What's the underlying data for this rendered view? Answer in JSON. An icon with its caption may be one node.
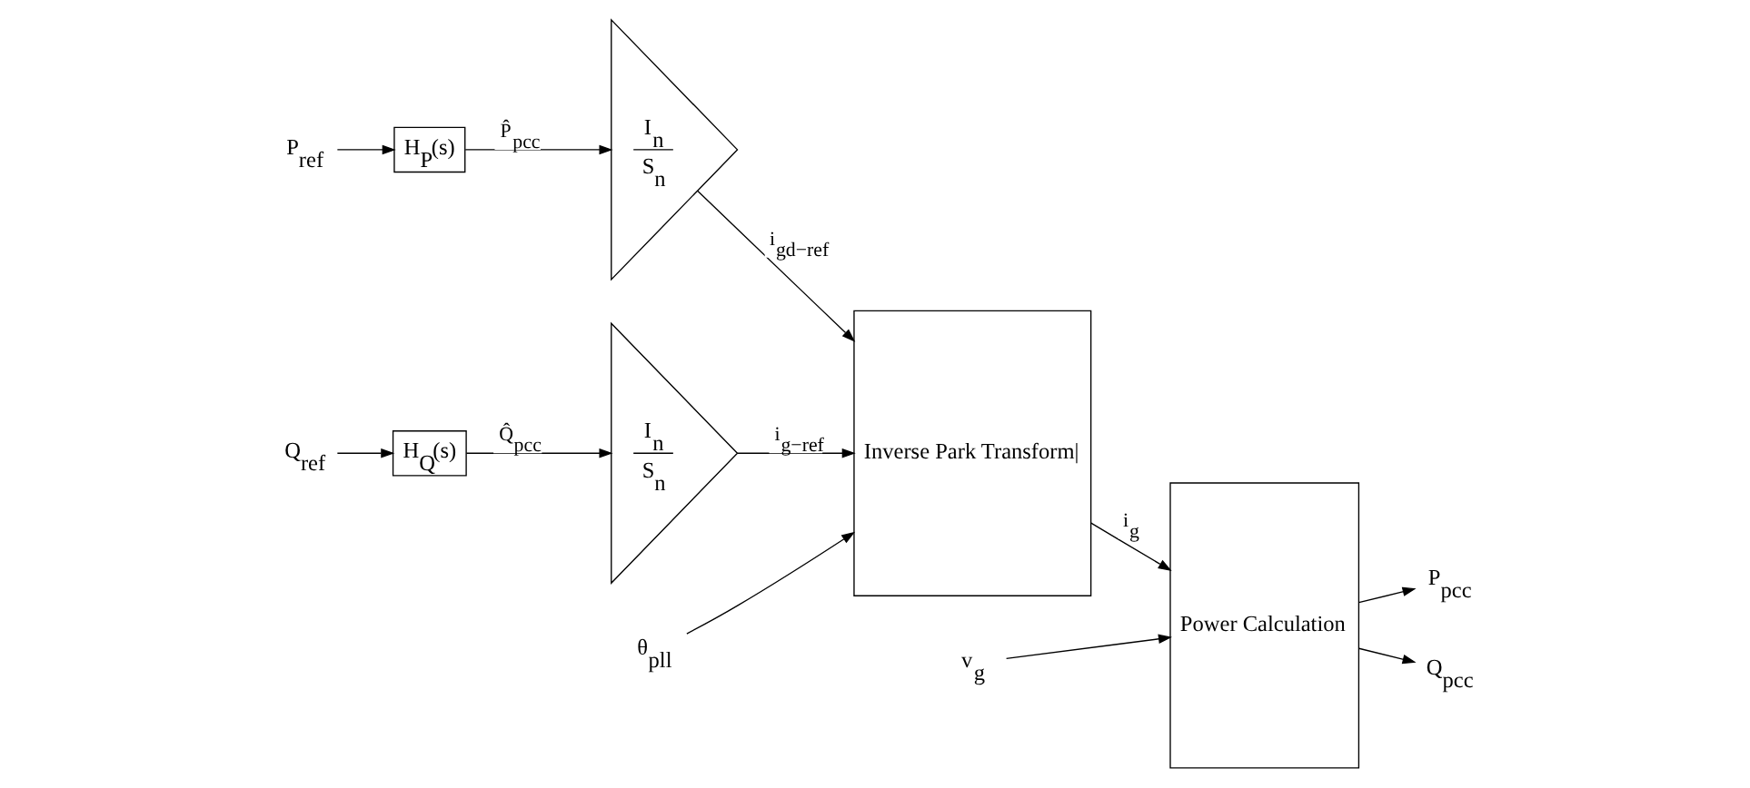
{
  "diagram": {
    "nodes": [
      {
        "text": [
          "P$_{ref}$"
        ]
      },
      {
        "text": [
          "H$_{P}$(s)"
        ]
      },
      {
        "text": [
          "I$_{n}$",
          "S$_{n}$"
        ]
      },
      {
        "text": [
          "Q$_{ref}$"
        ]
      },
      {
        "text": [
          "H$_{Q}$(s)"
        ]
      },
      {
        "text": [
          "I$_{n}$",
          "S$_{n}$"
        ]
      },
      {
        "text": [
          "θ$_{pll}$"
        ]
      },
      {
        "text": [
          "Inverse Park Transform|"
        ]
      },
      {
        "text": [
          "v$_{g}$"
        ]
      },
      {
        "text": [
          "Power Calculation"
        ]
      },
      {
        "text": [
          "P$_{pcc}$"
        ]
      },
      {
        "text": [
          "Q$_{pcc}$"
        ]
      }
    ],
    "edges": [
      {
        "from": 0,
        "to": 1,
        "arrow": "to"
      },
      {
        "from": 1,
        "to": 2,
        "arrow": "to",
        "label": "P̂$_{pcc}$"
      },
      {
        "from": 2,
        "to": 7,
        "arrow": "to",
        "label": "i$_{gd−ref}$"
      },
      {
        "from": 3,
        "to": 4,
        "arrow": "to"
      },
      {
        "from": 4,
        "to": 5,
        "arrow": "to",
        "label": "Q̂$_{pcc}$"
      },
      {
        "from": 5,
        "to": 7,
        "arrow": "to",
        "label": "i$_{g−ref}$"
      },
      {
        "from": 6,
        "to": 7,
        "arrow": "to"
      },
      {
        "from": 7,
        "to": 9,
        "arrow": "to",
        "label": "i$_{g}$"
      },
      {
        "from": 8,
        "to": 9,
        "arrow": "to"
      },
      {
        "from": 9,
        "to": 10,
        "arrow": "to"
      },
      {
        "from": 9,
        "to": 11,
        "arrow": "to"
      }
    ]
  }
}
